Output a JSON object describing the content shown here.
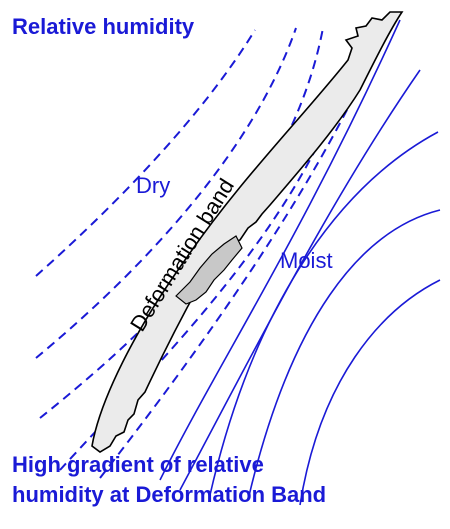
{
  "title": "Relative humidity",
  "labels": {
    "dry": "Dry",
    "moist": "Moist",
    "band": "Deformation band"
  },
  "caption": {
    "line1": "High gradient of relative",
    "line2": "humidity at Deformation Band"
  },
  "colors": {
    "contour": "#1a1ad6",
    "band_fill": "#ebebeb",
    "band_core": "#c8c8c8",
    "band_outline": "#000000"
  }
}
